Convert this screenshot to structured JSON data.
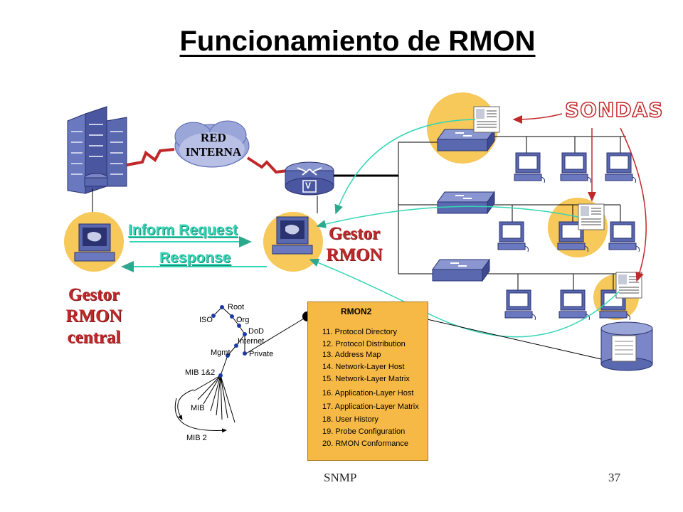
{
  "title": "Funcionamiento de RMON",
  "network": {
    "cloud_label_line1": "RED",
    "cloud_label_line2": "INTERNA",
    "inform_request": "Inform Request",
    "response": "Response",
    "gestor_rmon_line1": "Gestor",
    "gestor_rmon_line2": "RMON",
    "gestor_central_line1": "Gestor",
    "gestor_central_line2": "RMON",
    "gestor_central_line3": "central",
    "sondas": "SONDAS",
    "router_badge": "V"
  },
  "mib_tree": {
    "labels": [
      "Root",
      "ISO",
      "Org",
      "DoD",
      "Internet",
      "Mgmt",
      "Private",
      "MIB 1&2",
      "MIB",
      "MIB 2"
    ]
  },
  "rmon2": {
    "title": "RMON2",
    "items": [
      "11. Protocol Directory",
      "12. Protocol Distribution",
      "13. Address Map",
      "14. Network-Layer Host",
      "15. Network-Layer Matrix",
      "16. Application-Layer Host",
      "17. Application-Layer Matrix",
      "18. User History",
      "19. Probe Configuration",
      "20. RMON Conformance"
    ]
  },
  "footer": {
    "left": "SNMP",
    "right": "37"
  },
  "colors": {
    "accent_red": "#c0282a",
    "cyan": "#33d6b6",
    "halo": "#f7c85a",
    "device_blue": "#5a68b0"
  }
}
